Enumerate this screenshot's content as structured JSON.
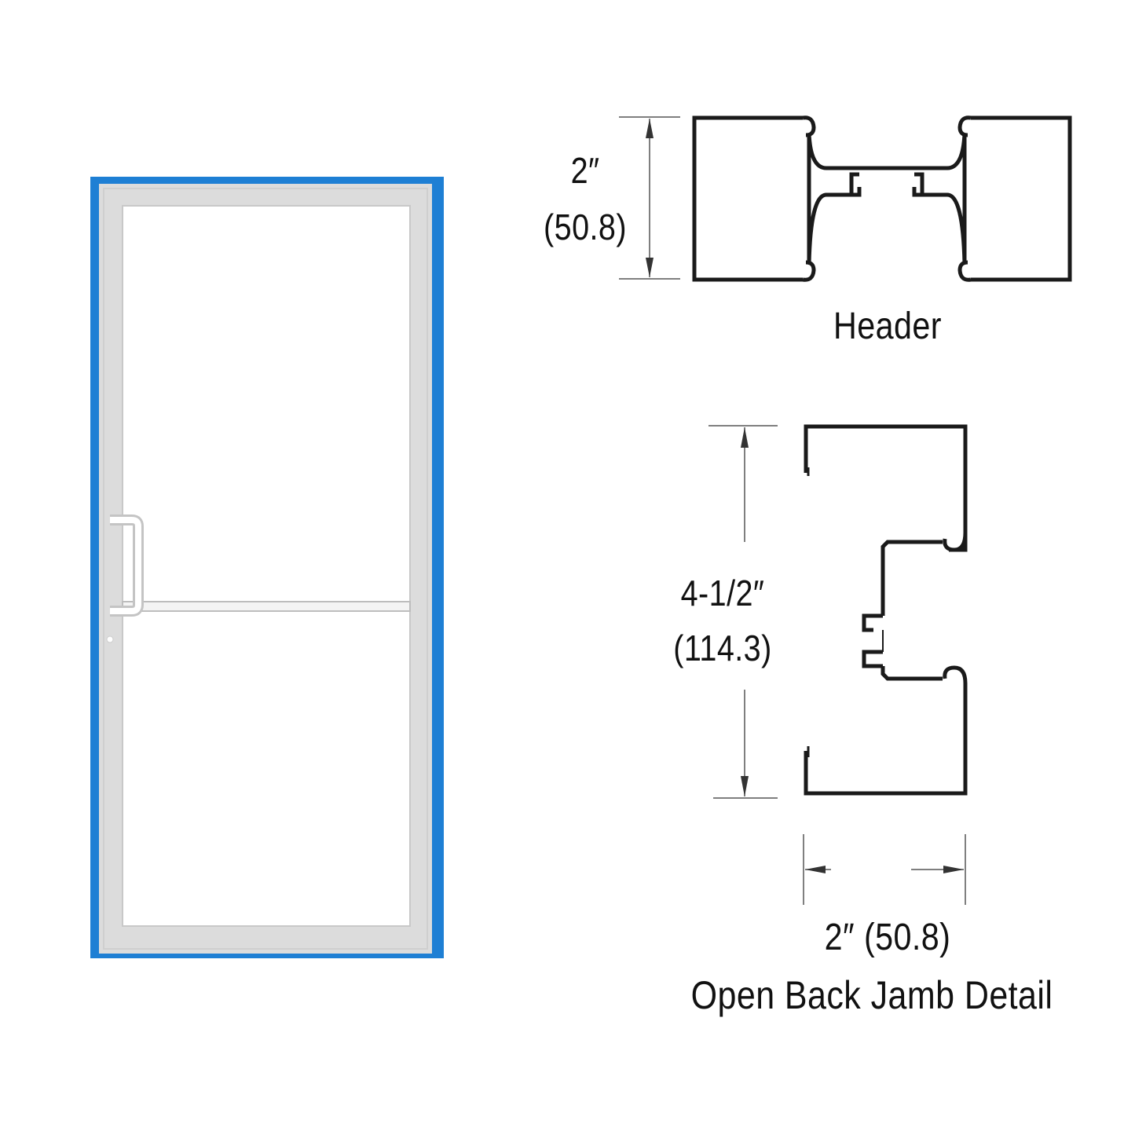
{
  "door": {
    "frame_color": "#1e7fd4",
    "stile_color": "#dedede",
    "glass_color": "#ffffff"
  },
  "header": {
    "height_in": "2″",
    "height_mm": "(50.8)",
    "caption": "Header"
  },
  "jamb": {
    "height_in": "4-1/2″",
    "height_mm": "(114.3)",
    "width_label": "2″ (50.8)",
    "caption": "Open Back Jamb Detail"
  },
  "colors": {
    "profile_stroke": "#1a1a1a",
    "dimension_line": "#555555"
  }
}
